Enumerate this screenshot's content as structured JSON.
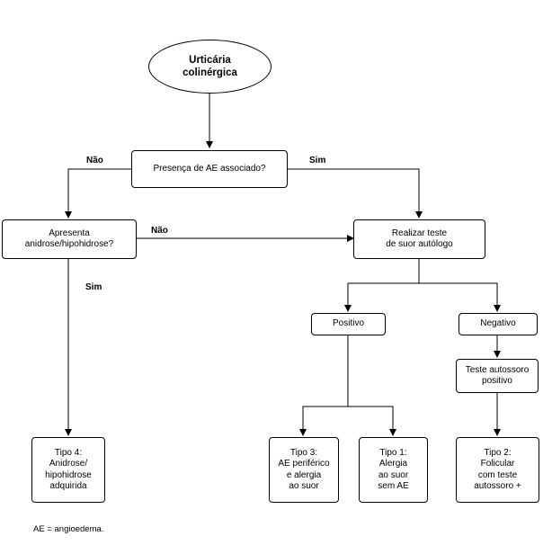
{
  "start": {
    "title": "Urticária\ncolinérgica"
  },
  "q1": {
    "text": "Presença de AE associado?"
  },
  "q2": {
    "text": "Apresenta\nanidrose/hipohidrose?"
  },
  "test": {
    "text": "Realizar teste\nde suor autólogo"
  },
  "positive": {
    "text": "Positivo"
  },
  "negative": {
    "text": "Negativo"
  },
  "autoserum": {
    "text": "Teste autossoro\npositivo"
  },
  "types": {
    "type4": "Tipo 4:\nAnidrose/\nhipohidrose\nadquirida",
    "type3": "Tipo 3:\nAE periférico\ne alergia\nao suor",
    "type1": "Tipo 1:\nAlergia\nao suor\nsem AE",
    "type2": "Tipo 2:\nFolicular\ncom teste\nautossoro +"
  },
  "labels": {
    "no_left": "Não",
    "yes_right": "Sim",
    "no_middle": "Não",
    "yes_down": "Sim"
  },
  "footnote": "AE = angioedema."
}
